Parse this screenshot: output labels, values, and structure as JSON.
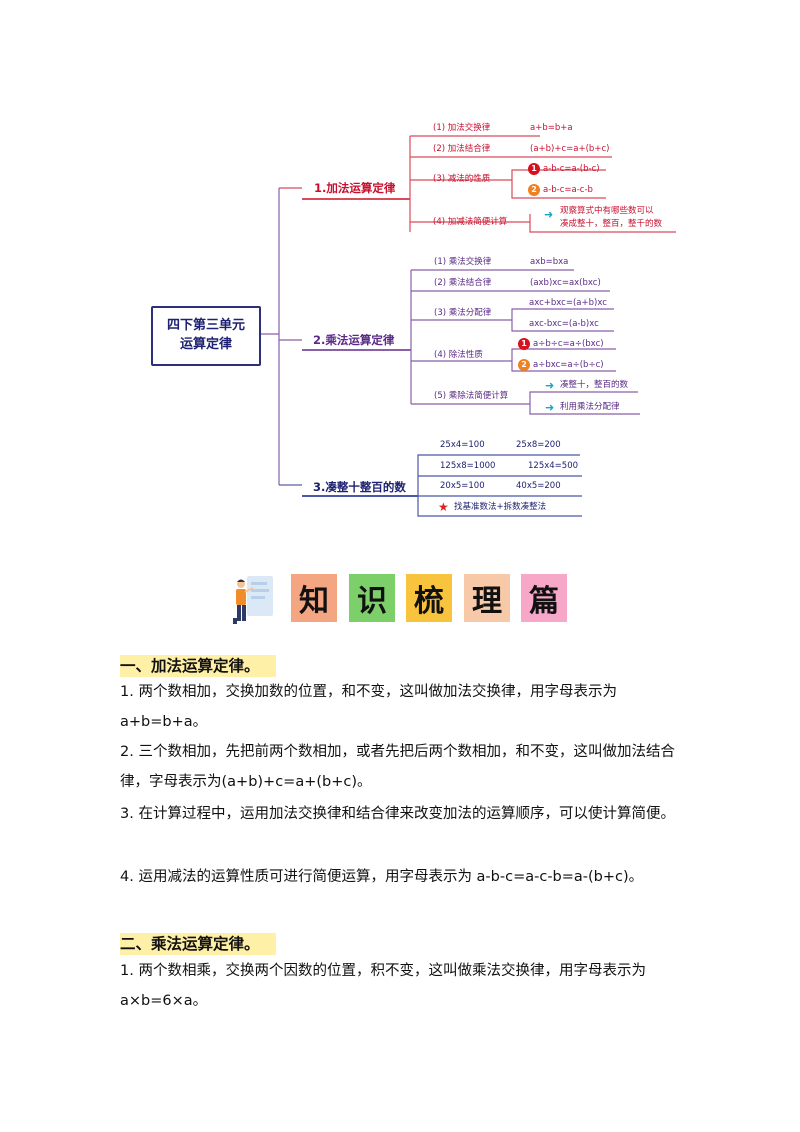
{
  "mindmap": {
    "root": {
      "line1": "四下第三单元",
      "line2": "运算定律"
    },
    "cat1": {
      "label": "1.加法运算定律",
      "items": [
        {
          "label": "(1) 加法交换律",
          "formula": "a+b=b+a"
        },
        {
          "label": "(2) 加法结合律",
          "formula": "(a+b)+c=a+(b+c)"
        },
        {
          "label": "(3) 减法的性质",
          "n1": "1",
          "f1": "a-b-c=a-(b-c)",
          "n2": "2",
          "f2": "a-b-c=a-c-b"
        },
        {
          "label": "(4) 加减法简便计算",
          "note1": "观察算式中有哪些数可以",
          "note2": "凑成整十，整百，整千的数"
        }
      ]
    },
    "cat2": {
      "label": "2.乘法运算定律",
      "items": [
        {
          "label": "(1) 乘法交换律",
          "formula": "axb=bxa"
        },
        {
          "label": "(2) 乘法结合律",
          "formula": "(axb)xc=ax(bxc)"
        },
        {
          "label": "(3) 乘法分配律",
          "f1": "axc+bxc=(a+b)xc",
          "f2": "axc-bxc=(a-b)xc"
        },
        {
          "label": "(4) 除法性质",
          "n1": "1",
          "f1": "a÷b÷c=a÷(bxc)",
          "n2": "2",
          "f2": "a÷bxc=a÷(b÷c)"
        },
        {
          "label": "(5) 乘除法简便计算",
          "a1": "凑整十，整百的数",
          "a2": "利用乘法分配律"
        }
      ]
    },
    "cat3": {
      "label": "3.凑整十整百的数",
      "rows": [
        [
          "25x4=100",
          "25x8=200"
        ],
        [
          "125x8=1000",
          "125x4=500"
        ],
        [
          "20x5=100",
          "40x5=200"
        ]
      ],
      "tip": "找基准数法+拆数凑整法"
    }
  },
  "banner": {
    "chars": [
      "知",
      "识",
      "梳",
      "理",
      "篇"
    ],
    "colors": [
      "#f4a582",
      "#7dcf6a",
      "#f8c33d",
      "#f8c9a8",
      "#f7a8c8"
    ]
  },
  "sections": [
    {
      "heading": "一、加法运算定律。",
      "paras": [
        "1. 两个数相加，交换加数的位置，和不变，这叫做加法交换律，用字母表示为a+b=b+a。",
        "2. 三个数相加，先把前两个数相加，或者先把后两个数相加，和不变，这叫做加法结合律，字母表示为(a+b)+c=a+(b+c)。",
        "3. 在计算过程中，运用加法交换律和结合律来改变加法的运算顺序，可以使计算简便。",
        "4. 运用减法的运算性质可进行简便运算，用字母表示为 a-b-c=a-c-b=a-(b+c)。"
      ]
    },
    {
      "heading": "二、乘法运算定律。",
      "paras": [
        "1. 两个数相乘，交换两个因数的位置，积不变，这叫做乘法交换律，用字母表示为a×b=6×a。"
      ]
    }
  ]
}
